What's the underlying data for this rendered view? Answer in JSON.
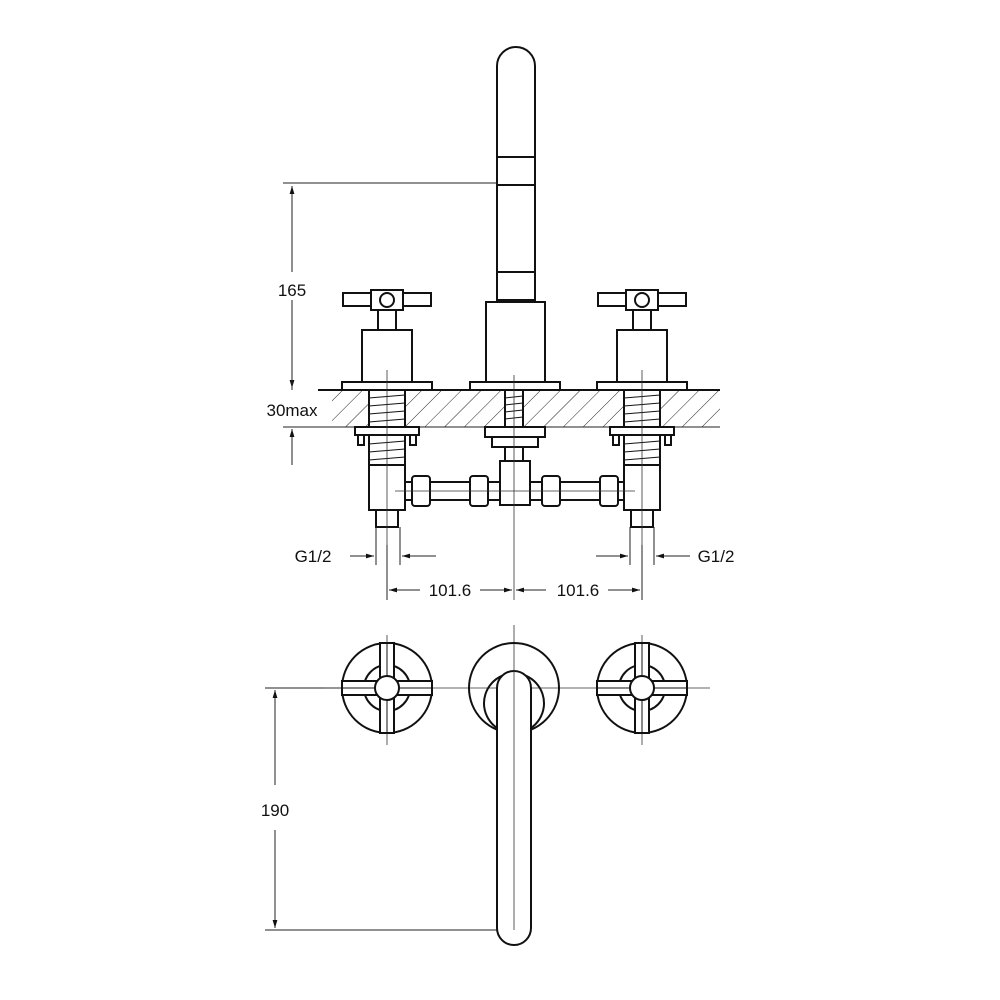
{
  "dimensions": {
    "spout_height": "165",
    "counter_max": "30max",
    "thread_left": "G1/2",
    "thread_right": "G1/2",
    "spacing_left": "101.6",
    "spacing_right": "101.6",
    "spout_reach": "190"
  },
  "colors": {
    "line": "#111111",
    "background": "#ffffff"
  }
}
